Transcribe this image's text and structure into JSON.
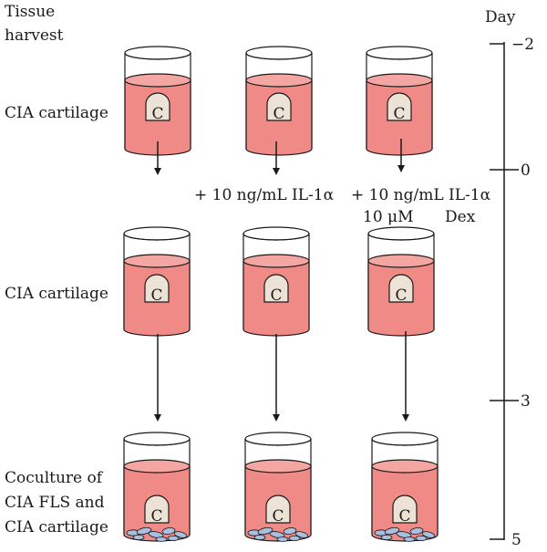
{
  "labels": {
    "tissue_harvest": [
      "Tissue",
      "harvest"
    ],
    "row1": "CIA cartilage",
    "row2": "CIA cartilage",
    "row3": [
      "Coculture of",
      "CIA FLS and",
      "CIA cartilage"
    ]
  },
  "treatments": {
    "col2": "+ 10 ng/mL IL-1α",
    "col3_line1": "+ 10 ng/mL IL-1α",
    "col3_line2": "10 μM",
    "col3_line2b": "Dex"
  },
  "explant_symbol": "C",
  "timeline": {
    "title": "Day",
    "ticks": [
      "−2",
      "0",
      "3",
      "5"
    ]
  },
  "colors": {
    "medium": "#f08a86",
    "medium_light": "#f4a6a2",
    "explant": "#ece3d6",
    "fls_cells": "#a9bfe0"
  }
}
